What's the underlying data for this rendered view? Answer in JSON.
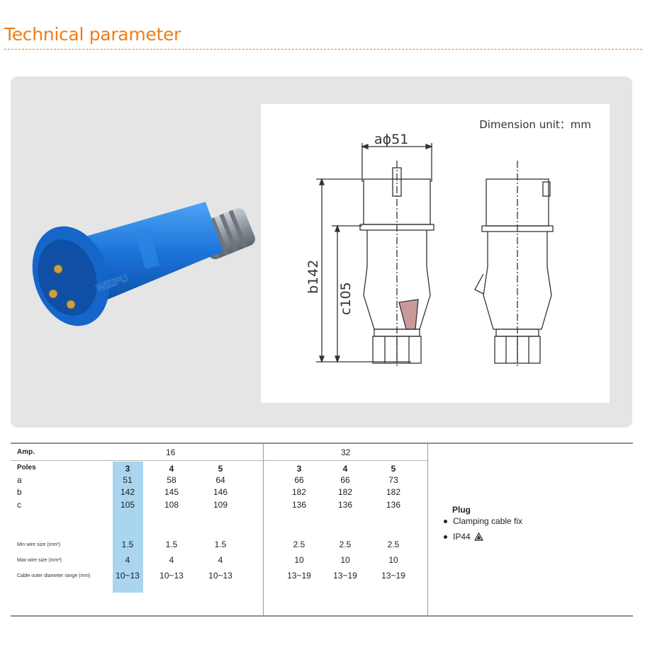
{
  "header": {
    "title": "Technical parameter"
  },
  "drawing": {
    "dimension_unit": "Dimension unit：mm",
    "dim_a": "aϕ51",
    "dim_b": "b142",
    "dim_c": "c105"
  },
  "product": {
    "brand_logo": "WEIPU"
  },
  "table": {
    "amp_label": "Amp.",
    "poles_label": "Poles",
    "groups": [
      {
        "amp": "16",
        "poles": [
          "3",
          "4",
          "5"
        ]
      },
      {
        "amp": "32",
        "poles": [
          "3",
          "4",
          "5"
        ]
      }
    ],
    "rows": [
      {
        "label": "a",
        "values": [
          "51",
          "58",
          "64",
          "66",
          "66",
          "73"
        ]
      },
      {
        "label": "b",
        "values": [
          "142",
          "145",
          "146",
          "182",
          "182",
          "182"
        ]
      },
      {
        "label": "c",
        "values": [
          "105",
          "108",
          "109",
          "136",
          "136",
          "136"
        ]
      },
      {
        "label": "Min wire size (mm²)",
        "values": [
          "1.5",
          "1.5",
          "1.5",
          "2.5",
          "2.5",
          "2.5"
        ]
      },
      {
        "label": "Max wire size (mm²)",
        "values": [
          "4",
          "4",
          "4",
          "10",
          "10",
          "10"
        ]
      },
      {
        "label": "Cable outer diameter range (mm)",
        "values": [
          "10~13",
          "10~13",
          "10~13",
          "13~19",
          "13~19",
          "13~19"
        ]
      }
    ]
  },
  "features": {
    "title": "Plug",
    "items": [
      "Clamping cable fix",
      "IP44"
    ]
  },
  "colors": {
    "accent": "#ef7d1a",
    "highlight": "#a9d5ef",
    "product_blue": "#1a73d9"
  }
}
